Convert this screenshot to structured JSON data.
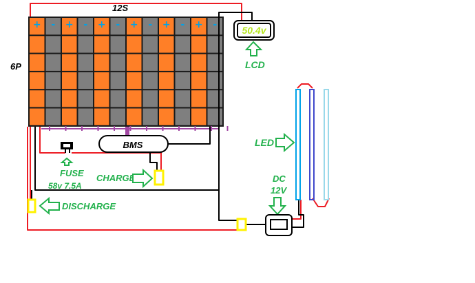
{
  "labels": {
    "series": "12S",
    "parallel": "6P",
    "lcd": "LCD",
    "lcd_reading": "50.4v",
    "bms": "BMS",
    "fuse": "FUSE",
    "fuse_rating": "58v 7.5A",
    "charge": "CHARGE",
    "discharge": "DISCHARGE",
    "led": "LED",
    "dc": "DC",
    "dc_voltage": "12V"
  },
  "cell_signs": [
    "+",
    "-",
    "+",
    "-",
    "+",
    "-",
    "+",
    "-",
    "+",
    "-",
    "+",
    "-"
  ],
  "colors": {
    "positive_cell": "#ff7f27",
    "negative_cell": "#7f7f7f",
    "grid_line": "#1a1a1a",
    "wire_red": "#ed1c24",
    "wire_black": "#000000",
    "bms_link": "#a349a4",
    "label_green": "#22b14c",
    "sign_blue": "#00a2e8",
    "connector_yellow": "#fff200",
    "lcd_text": "#b5e61d",
    "led_tube_1": "#00a2e8",
    "led_tube_2": "#3f48cc",
    "led_tube_3": "#99d9ea"
  },
  "icons": [
    "arrow-up-icon",
    "arrow-right-icon",
    "arrow-left-icon",
    "arrow-down-icon"
  ]
}
